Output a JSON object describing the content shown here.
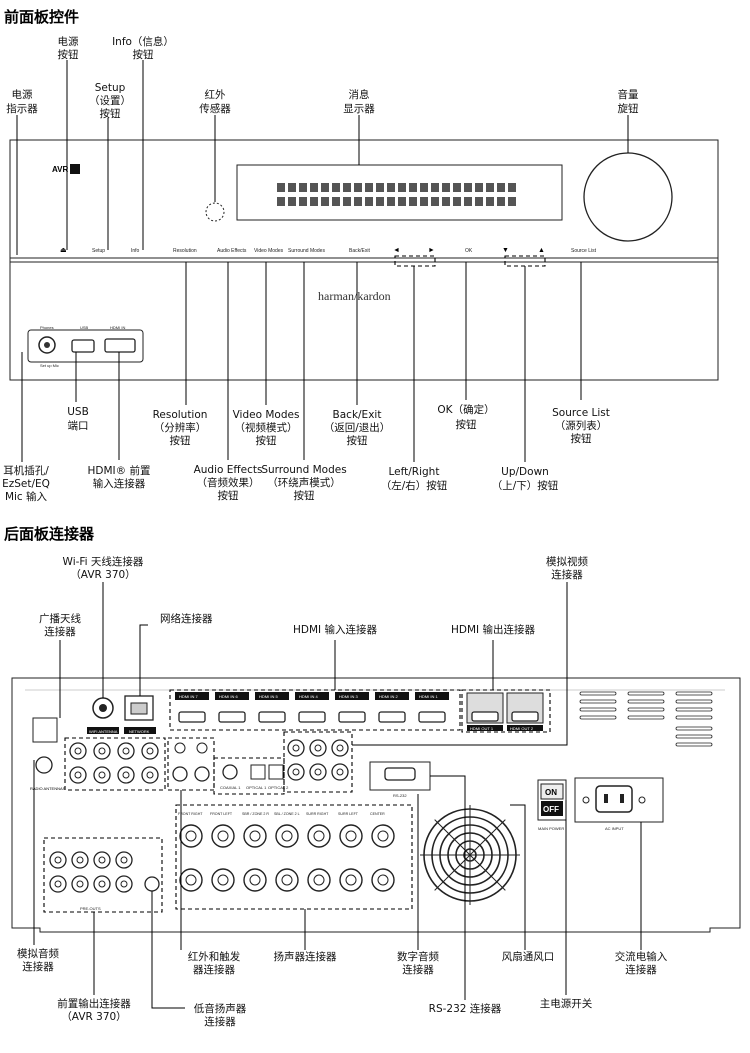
{
  "headings": {
    "front": "前面板控件",
    "rear": "后面板连接器"
  },
  "front": {
    "model_badge": "AVR",
    "brand": "harman/kardon",
    "button_labels": [
      "Setup",
      "Info",
      "Resolution",
      "Audio Effects",
      "Video Modes",
      "Surround Modes",
      "Back/Exit",
      "OK",
      "Source List"
    ],
    "arrow_left": "◄",
    "arrow_right": "►",
    "arrow_down": "▼",
    "arrow_up": "▲",
    "eject": "⏏",
    "phones_label": "Phones",
    "usb_label": "USB",
    "hdmi_label": "HDMI IN",
    "phones_sub": "Set up Mic",
    "callouts": [
      [
        "电源",
        "指示器"
      ],
      [
        "电源",
        "按钮"
      ],
      [
        "Setup",
        "（设置）",
        "按钮"
      ],
      [
        "Info（信息）",
        "按钮"
      ],
      [
        "红外",
        "传感器"
      ],
      [
        "消息",
        "显示器"
      ],
      [
        "音量",
        "旋钮"
      ],
      [
        "USB",
        "端口"
      ],
      [
        "Resolution",
        "（分辨率）",
        "按钮"
      ],
      [
        "Video Modes",
        "（视频模式）",
        "按钮"
      ],
      [
        "Back/Exit",
        "（返回/退出）",
        "按钮"
      ],
      [
        "OK（确定）",
        "按钮"
      ],
      [
        "Source List",
        "（源列表）",
        "按钮"
      ],
      [
        "耳机插孔/",
        "EzSet/EQ",
        "Mic 输入"
      ],
      [
        "HDMI® 前置",
        "输入连接器"
      ],
      [
        "Audio Effects",
        "（音频效果）",
        "按钮"
      ],
      [
        "Surround Modes",
        "（环绕声模式）",
        "按钮"
      ],
      [
        "Left/Right",
        "（左/右）按钮"
      ],
      [
        "Up/Down",
        "（上/下）按钮"
      ]
    ]
  },
  "rear": {
    "panel_labels": [
      "WIFI ANTENNA",
      "NETWORK",
      "RADIO ANTENNAS",
      "RS-232",
      "MAIN POWER",
      "AC INPUT",
      "PRE-OUTS",
      "ON",
      "OFF"
    ],
    "hdmi_in_labels": [
      "HDMI IN 7",
      "HDMI IN 6",
      "HDMI IN 5",
      "HDMI IN 4",
      "HDMI IN 3",
      "HDMI IN 2",
      "HDMI IN 1"
    ],
    "hdmi_out_labels": [
      "HDMI OUT 1",
      "HDMI OUT 2"
    ],
    "speaker_labels": [
      "FRONT RIGHT",
      "FRONT LEFT",
      "SBR / ZONE 2 R",
      "SBL / ZONE 2 L",
      "SURR RIGHT",
      "SURR LEFT",
      "CENTER"
    ],
    "digital_labels": [
      "COAXIAL 1",
      "OPTICAL 1",
      "OPTICAL 2"
    ],
    "callouts": [
      [
        "Wi-Fi 天线连接器",
        "（AVR 370）"
      ],
      [
        "模拟视频",
        "连接器"
      ],
      [
        "广播天线",
        "连接器"
      ],
      [
        "网络连接器"
      ],
      [
        "HDMI 输入连接器"
      ],
      [
        "HDMI 输出连接器"
      ],
      [
        "模拟音频",
        "连接器"
      ],
      [
        "红外和触发",
        "器连接器"
      ],
      [
        "扬声器连接器"
      ],
      [
        "数字音频",
        "连接器"
      ],
      [
        "风扇通风口"
      ],
      [
        "交流电输入",
        "连接器"
      ],
      [
        "前置输出连接器",
        "（AVR 370）"
      ],
      [
        "低音扬声器",
        "连接器"
      ],
      [
        "RS-232 连接器"
      ],
      [
        "主电源开关"
      ]
    ]
  }
}
